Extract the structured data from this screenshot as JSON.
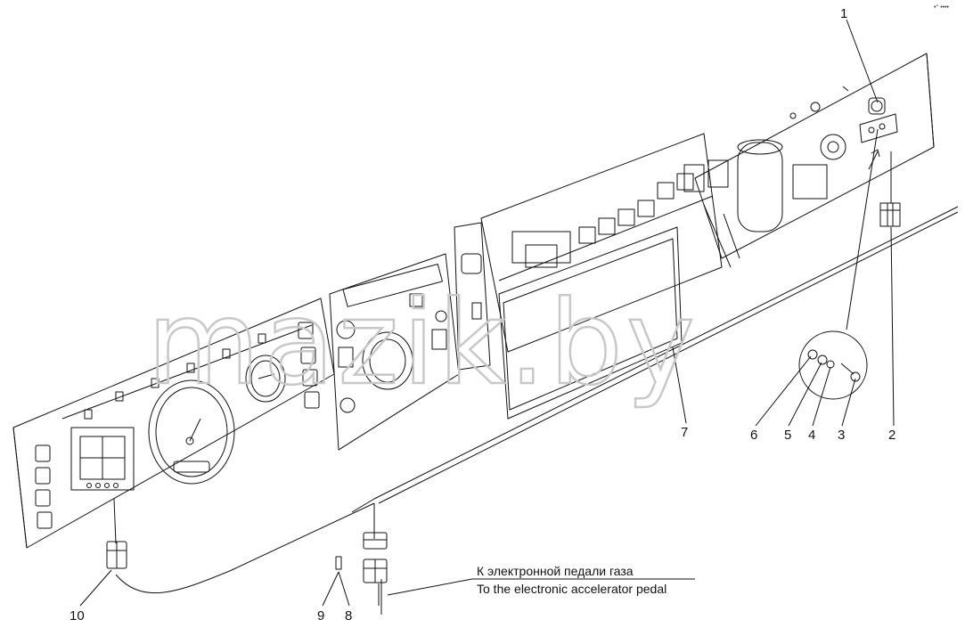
{
  "corner_mark": "•° ••••",
  "watermark": "mazik.by",
  "callouts": {
    "c1": "1",
    "c2": "2",
    "c3": "3",
    "c4": "4",
    "c5": "5",
    "c6": "6",
    "c7": "7",
    "c8": "8",
    "c9": "9",
    "c10": "10"
  },
  "note": {
    "ru": "К электронной педали газа",
    "en": "To the electronic accelerator pedal"
  }
}
